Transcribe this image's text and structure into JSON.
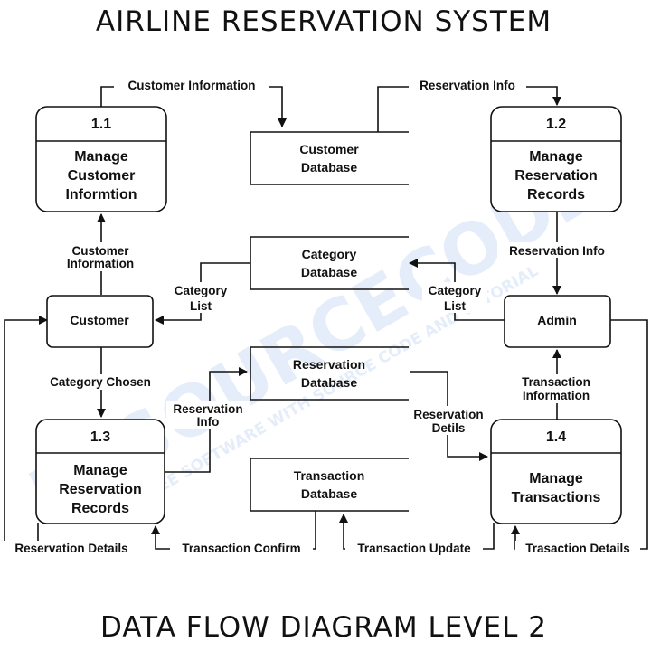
{
  "title": "AIRLINE RESERVATION SYSTEM",
  "subtitle": "DATA FLOW DIAGRAM LEVEL 2",
  "watermark": {
    "main": "IT SOURCECODE",
    "tagline": "FREE SOFTWARE WITH SOURCE CODE AND TUTORIAL"
  },
  "processes": [
    {
      "id": "1.1",
      "lines": [
        "Manage",
        "Customer",
        "Informtion"
      ]
    },
    {
      "id": "1.2",
      "lines": [
        "Manage",
        "Reservation",
        "Records"
      ]
    },
    {
      "id": "1.3",
      "lines": [
        "Manage",
        "Reservation",
        "Records"
      ]
    },
    {
      "id": "1.4",
      "lines": [
        "Manage",
        "Transactions"
      ]
    }
  ],
  "entities": [
    {
      "name": "Customer"
    },
    {
      "name": "Admin"
    }
  ],
  "stores": [
    {
      "lines": [
        "Customer",
        "Database"
      ]
    },
    {
      "lines": [
        "Category",
        "Database"
      ]
    },
    {
      "lines": [
        "Reservation",
        "Database"
      ]
    },
    {
      "lines": [
        "Transaction",
        "Database"
      ]
    }
  ],
  "flows": [
    {
      "lines": [
        "Customer Information"
      ]
    },
    {
      "lines": [
        "Reservation Info"
      ]
    },
    {
      "lines": [
        "Customer",
        "Information"
      ]
    },
    {
      "lines": [
        "Reservation Info"
      ]
    },
    {
      "lines": [
        "Category",
        "List"
      ]
    },
    {
      "lines": [
        "Category",
        "List"
      ]
    },
    {
      "lines": [
        "Category Chosen"
      ]
    },
    {
      "lines": [
        "Reservation",
        "Info"
      ]
    },
    {
      "lines": [
        "Reservation",
        "Detils"
      ]
    },
    {
      "lines": [
        "Transaction",
        "Information"
      ]
    },
    {
      "lines": [
        "Reservation Details"
      ]
    },
    {
      "lines": [
        "Transaction Confirm"
      ]
    },
    {
      "lines": [
        "Transaction Update"
      ]
    },
    {
      "lines": [
        "Trasaction Details"
      ]
    }
  ]
}
